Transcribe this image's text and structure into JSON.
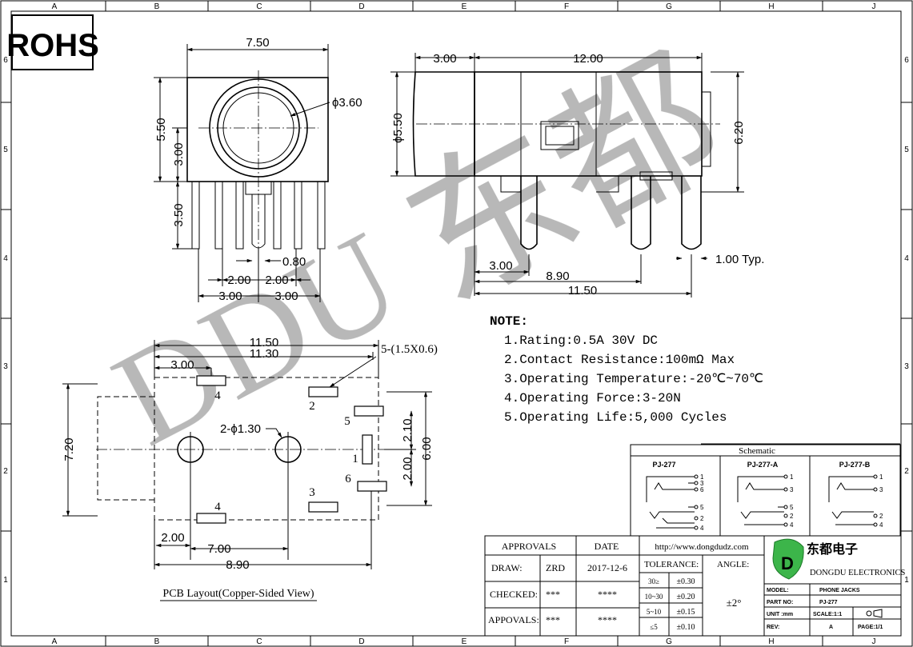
{
  "logo": {
    "rohs": "ROHS"
  },
  "grid": {
    "cols": [
      "A",
      "B",
      "C",
      "D",
      "E",
      "F",
      "G",
      "H",
      "J"
    ],
    "rows": [
      "6",
      "5",
      "4",
      "3",
      "2",
      "1"
    ]
  },
  "watermark": {
    "latin": "DDU",
    "chinese": "东都"
  },
  "front_view": {
    "d_width": "7.50",
    "d_diameter": "ϕ3.60",
    "d_height": "5.50",
    "d_center": "3.00",
    "d_pin_length": "3.50",
    "d_pin_width": "0.80",
    "d_inner_left": "2.00",
    "d_inner_right": "2.00",
    "d_outer_left": "3.00",
    "d_outer_right": "3.00"
  },
  "side_view": {
    "d_front": "3.00",
    "d_body": "12.00",
    "d_diameter": "ϕ5.50",
    "d_height": "6.20",
    "d_pin_width": "1.00 Typ.",
    "d_pin1": "3.00",
    "d_pin2": "8.90",
    "d_pin3": "11.50"
  },
  "pcb": {
    "d_total": "11.50",
    "d_inner": "11.30",
    "d_first": "3.00",
    "d_slots": "5-(1.5X0.6)",
    "d_holes": "2-ϕ1.30",
    "d_height": "7.20",
    "d_right": "6.00",
    "d_pad_a": "2.10",
    "d_pad_b": "2.00",
    "d_bottom_a": "2.00",
    "d_bottom_b": "7.00",
    "d_bottom_c": "8.90",
    "pins": [
      "1",
      "2",
      "3",
      "4",
      "4",
      "5",
      "6"
    ],
    "caption": "PCB Layout(Copper-Sided View)"
  },
  "notes": {
    "title": "NOTE:",
    "items": [
      "1.Rating:0.5A 30V DC",
      "2.Contact Resistance:100mΩ Max",
      "3.Operating Temperature:-20℃~70℃",
      "4.Operating Force:3-20N",
      "5.Operating Life:5,000 Cycles"
    ]
  },
  "schematic": {
    "title": "Schematic",
    "variants": [
      {
        "name": "PJ-277",
        "pins": [
          "1",
          "3",
          "6",
          "5",
          "2",
          "4"
        ]
      },
      {
        "name": "PJ-277-A",
        "pins": [
          "1",
          "3",
          "5",
          "2",
          "4"
        ]
      },
      {
        "name": "PJ-277-B",
        "pins": [
          "1",
          "3",
          "2",
          "4"
        ]
      }
    ]
  },
  "title_block": {
    "approvals_label": "APPROVALS",
    "date_label": "DATE",
    "url": "http://www.dongdudz.com",
    "company_cn": "东都电子",
    "company_en": "DONGDU ELECTRONICS",
    "draw_label": "DRAW:",
    "draw_name": "ZRD",
    "draw_date": "2017-12-6",
    "checked_label": "CHECKED:",
    "checked_name": "***",
    "checked_date": "****",
    "appovals_label": "APPOVALS:",
    "appovals_name": "***",
    "appovals_date": "****",
    "tolerance_label": "TOLERANCE:",
    "angle_label": "ANGLE:",
    "angle_value": "±2°",
    "tol_ranges": [
      "30≥",
      "10~30",
      "5~10",
      "≤5"
    ],
    "tol_values": [
      "±0.30",
      "±0.20",
      "±0.15",
      "±0.10"
    ],
    "model_label": "MODEL:",
    "model_value": "PHONE JACKS",
    "part_label": "PART NO:",
    "part_value": "PJ-277",
    "unit_label": "UNIT :mm",
    "scale_label": "SCALE:1:1",
    "rev_label": "REV:",
    "rev_value": "A",
    "page_label": "PAGE:1/1"
  }
}
